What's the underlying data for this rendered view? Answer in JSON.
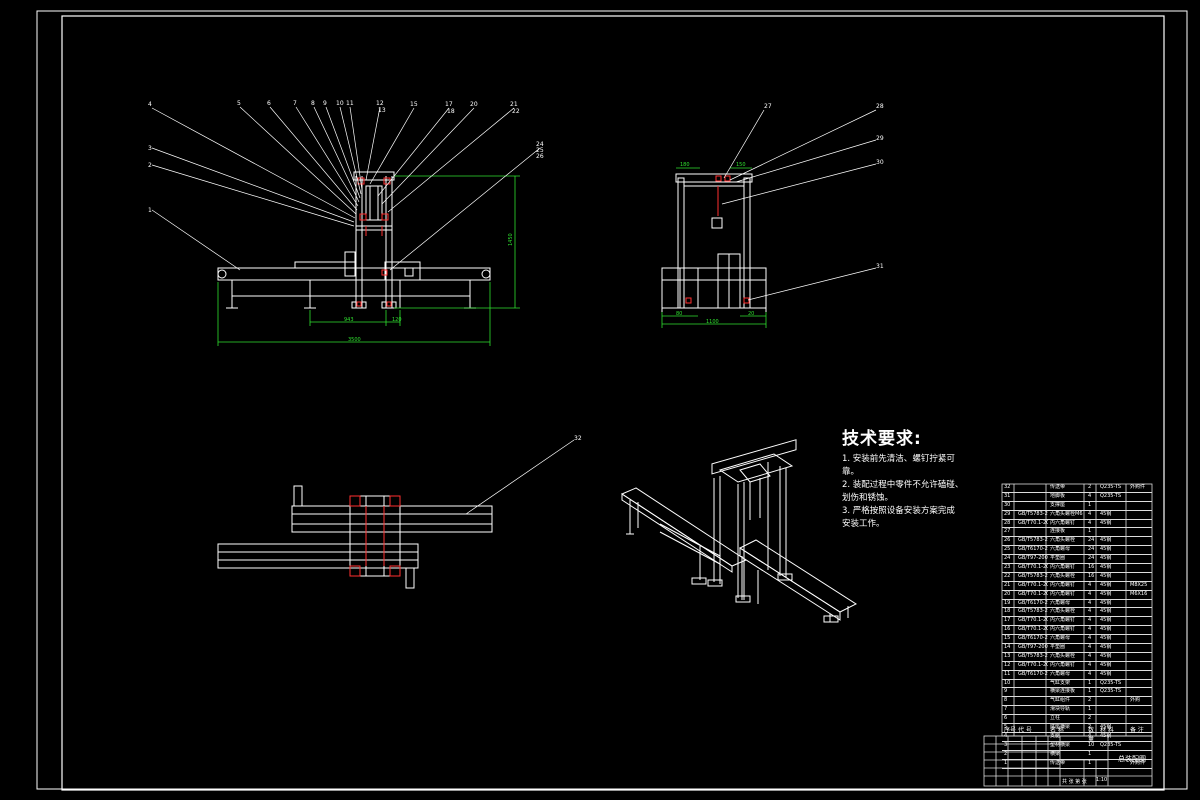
{
  "drawing": {
    "tech_title": "技术要求:",
    "tech_lines": [
      "1. 安装前先清洁、螺钉拧紧可",
      "靠。",
      "2. 装配过程中零件不允许磕碰、",
      "划伤和锈蚀。",
      "3. 严格按照设备安装方案完成",
      "安装工作。"
    ],
    "callouts_front": [
      "4",
      "5",
      "6",
      "7",
      "8",
      "9",
      "10",
      "11",
      "12",
      "13",
      "15",
      "17",
      "18",
      "20",
      "21",
      "22",
      "3",
      "2",
      "1",
      "24",
      "25",
      "26"
    ],
    "callouts_side": [
      "27",
      "28",
      "29",
      "30",
      "31"
    ],
    "callout_plan": "32",
    "dims": {
      "height": "1450",
      "total_len": "3500",
      "mid_len": "943",
      "small": "120",
      "side_w": "1100",
      "side_a": "80",
      "side_b": "20",
      "top_a": "180",
      "top_b": "150"
    }
  },
  "bom": {
    "rows": [
      {
        "no": "32",
        "code": "",
        "name": "传送带",
        "qty": "2",
        "mat": "Q235-TS",
        "rem": "外购件"
      },
      {
        "no": "31",
        "code": "",
        "name": "地脚板",
        "qty": "4",
        "mat": "Q235-TS",
        "rem": ""
      },
      {
        "no": "30",
        "code": "",
        "name": "支撑座",
        "qty": "1",
        "mat": "",
        "rem": ""
      },
      {
        "no": "29",
        "code": "GB/T5783-2000",
        "name": "六角头螺栓M6",
        "qty": "4",
        "mat": "45钢",
        "rem": ""
      },
      {
        "no": "28",
        "code": "GB/T70.1-2000",
        "name": "内六角螺钉",
        "qty": "4",
        "mat": "45钢",
        "rem": ""
      },
      {
        "no": "27",
        "code": "",
        "name": "连接板",
        "qty": "1",
        "mat": "",
        "rem": ""
      },
      {
        "no": "26",
        "code": "GB/T5783-2000",
        "name": "六角头螺栓",
        "qty": "24",
        "mat": "45钢",
        "rem": ""
      },
      {
        "no": "25",
        "code": "GB/T6170-2000",
        "name": "六角螺母",
        "qty": "24",
        "mat": "45钢",
        "rem": ""
      },
      {
        "no": "24",
        "code": "GB/T97-2002",
        "name": "平垫圈",
        "qty": "24",
        "mat": "45钢",
        "rem": ""
      },
      {
        "no": "23",
        "code": "GB/T70.1-2000",
        "name": "内六角螺钉",
        "qty": "16",
        "mat": "45钢",
        "rem": ""
      },
      {
        "no": "22",
        "code": "GB/T5783-2000",
        "name": "六角头螺栓",
        "qty": "16",
        "mat": "45钢",
        "rem": ""
      },
      {
        "no": "21",
        "code": "GB/T70.1-2000",
        "name": "内六角螺钉",
        "qty": "4",
        "mat": "45钢",
        "rem": "M8X25"
      },
      {
        "no": "20",
        "code": "GB/T70.1-2000",
        "name": "内六角螺钉",
        "qty": "4",
        "mat": "45钢",
        "rem": "M6X16"
      },
      {
        "no": "19",
        "code": "GB/T6170-2000",
        "name": "六角螺母",
        "qty": "4",
        "mat": "45钢",
        "rem": ""
      },
      {
        "no": "18",
        "code": "GB/T5783-2000",
        "name": "六角头螺栓",
        "qty": "4",
        "mat": "45钢",
        "rem": ""
      },
      {
        "no": "17",
        "code": "GB/T70.1-2000",
        "name": "内六角螺钉",
        "qty": "4",
        "mat": "45钢",
        "rem": ""
      },
      {
        "no": "16",
        "code": "GB/T70.1-2000",
        "name": "内六角螺钉",
        "qty": "4",
        "mat": "45钢",
        "rem": ""
      },
      {
        "no": "15",
        "code": "GB/T6170-2000",
        "name": "六角螺母",
        "qty": "4",
        "mat": "45钢",
        "rem": ""
      },
      {
        "no": "14",
        "code": "GB/T97-2002",
        "name": "平垫圈",
        "qty": "4",
        "mat": "45钢",
        "rem": ""
      },
      {
        "no": "13",
        "code": "GB/T5783-2000",
        "name": "六角头螺栓",
        "qty": "4",
        "mat": "45钢",
        "rem": ""
      },
      {
        "no": "12",
        "code": "GB/T70.1-2000",
        "name": "内六角螺钉",
        "qty": "4",
        "mat": "45钢",
        "rem": ""
      },
      {
        "no": "11",
        "code": "GB/T6170-2000",
        "name": "六角螺母",
        "qty": "4",
        "mat": "45钢",
        "rem": ""
      },
      {
        "no": "10",
        "code": "",
        "name": "气缸支架",
        "qty": "1",
        "mat": "Q235-TS",
        "rem": ""
      },
      {
        "no": "9",
        "code": "",
        "name": "横梁连接板",
        "qty": "1",
        "mat": "Q235-TS",
        "rem": ""
      },
      {
        "no": "8",
        "code": "",
        "name": "气缸组件",
        "qty": "2",
        "mat": "",
        "rem": "外购"
      },
      {
        "no": "7",
        "code": "",
        "name": "滑块导轨",
        "qty": "1",
        "mat": "",
        "rem": ""
      },
      {
        "no": "6",
        "code": "",
        "name": "立柱",
        "qty": "2",
        "mat": "",
        "rem": ""
      },
      {
        "no": "5",
        "code": "",
        "name": "底座横梁",
        "qty": "2",
        "mat": "45钢",
        "rem": ""
      },
      {
        "no": "4",
        "code": "",
        "name": "支腿",
        "qty": "4",
        "mat": "45钢",
        "rem": ""
      },
      {
        "no": "3",
        "code": "",
        "name": "型材横梁",
        "qty": "10",
        "mat": "Q235-TS",
        "rem": ""
      },
      {
        "no": "2",
        "code": "",
        "name": "横梁",
        "qty": "1",
        "mat": "",
        "rem": ""
      },
      {
        "no": "1",
        "code": "",
        "name": "传送带",
        "qty": "1",
        "mat": "",
        "rem": "外购件"
      }
    ],
    "header": {
      "no": "序号",
      "code": "代 号",
      "name": "名  称",
      "qty": "数量",
      "mat": "材  料",
      "rem": "备 注"
    }
  },
  "title_block": {
    "drawing_name": "总装配图",
    "scale": "1:10",
    "sheet": "共 张 第 张"
  }
}
